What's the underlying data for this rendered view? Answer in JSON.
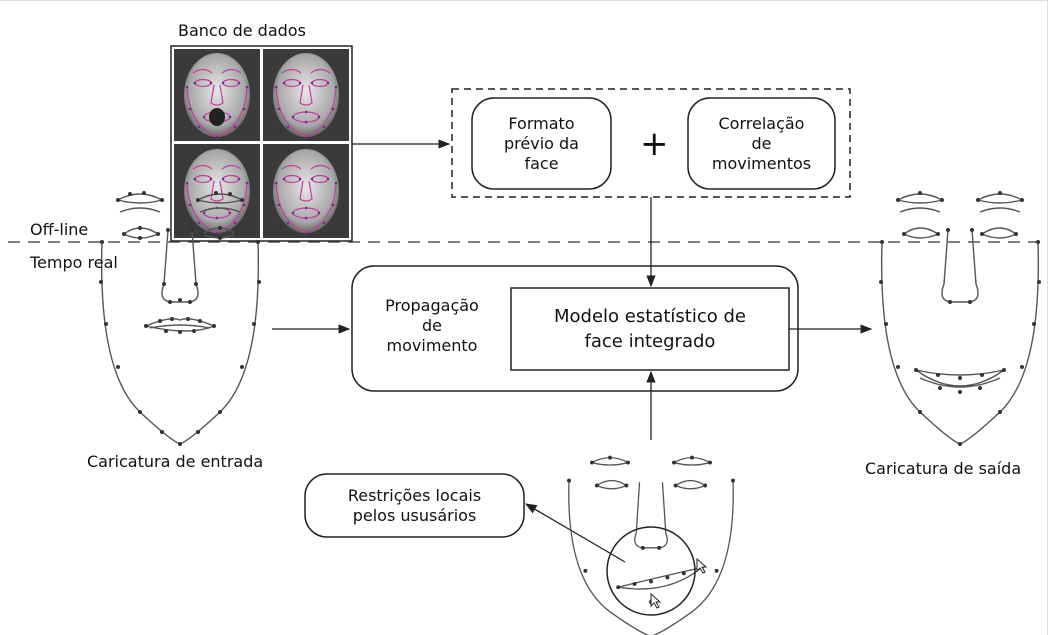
{
  "labels": {
    "database": "Banco de dados",
    "offline": "Off-line",
    "realtime": "Tempo real",
    "input_caricature": "Caricatura de entrada",
    "output_caricature": "Caricatura de saída"
  },
  "boxes": {
    "face_shape": "Formato\nprévio da\nface",
    "plus": "+",
    "motion_correlation": "Correlação\nde\nmovimentos",
    "propagation": "Propagação\nde\nmovimento",
    "statistical_model": "Modelo estatístico de\nface integrado",
    "local_constraints": "Restrições locais\npelos ususários"
  },
  "colors": {
    "line": "#222222",
    "landmark": "#c040a0",
    "photo_dark": "#3a3a3a"
  }
}
